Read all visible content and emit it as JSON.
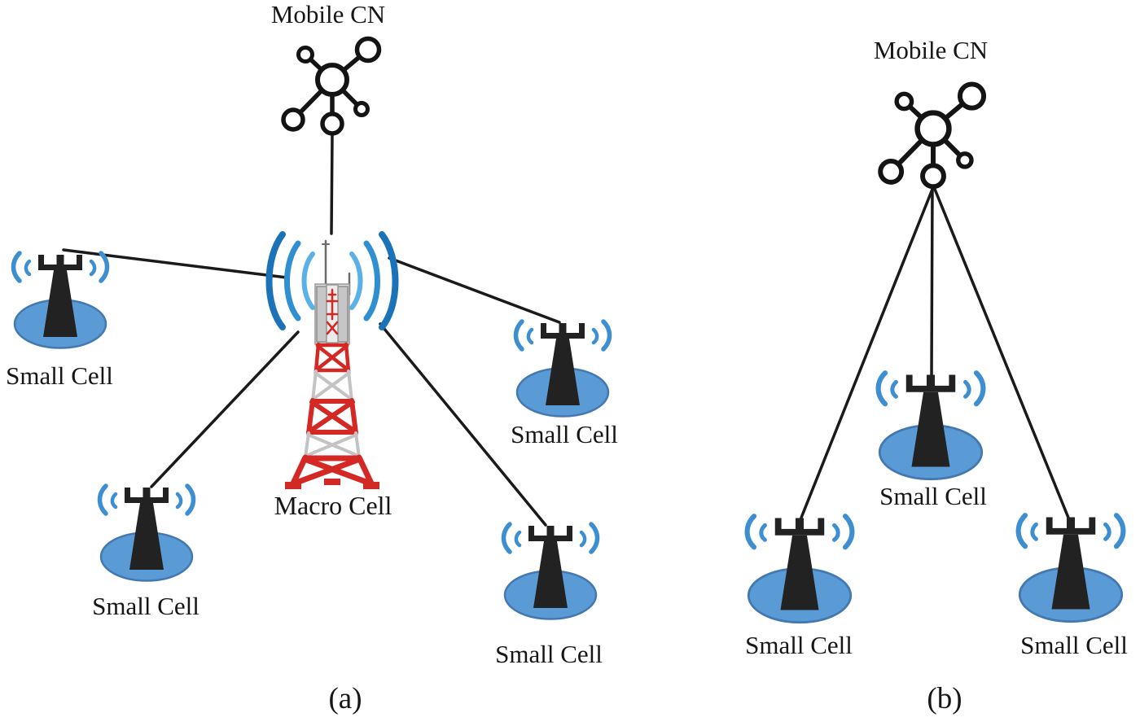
{
  "figure_type": "network-architecture-diagram",
  "panel_a": {
    "caption": "(a)",
    "mobile_cn": {
      "label": "Mobile CN",
      "icon": "network-hub-icon"
    },
    "macro_cell": {
      "label": "Macro Cell",
      "icon": "lattice-tower-icon",
      "waves_icon": "radio-waves-icon"
    },
    "small_cells": [
      {
        "label": "Small Cell",
        "icon": "antenna-tower-icon",
        "position": "top-left"
      },
      {
        "label": "Small Cell",
        "icon": "antenna-tower-icon",
        "position": "bottom-left"
      },
      {
        "label": "Small Cell",
        "icon": "antenna-tower-icon",
        "position": "right-middle"
      },
      {
        "label": "Small Cell",
        "icon": "antenna-tower-icon",
        "position": "bottom-right"
      }
    ],
    "topology": "Mobile CN connects to Macro Cell; Macro Cell connects to four Small Cells"
  },
  "panel_b": {
    "caption": "(b)",
    "mobile_cn": {
      "label": "Mobile CN",
      "icon": "network-hub-icon"
    },
    "small_cells": [
      {
        "label": "Small Cell",
        "icon": "antenna-tower-icon",
        "position": "left"
      },
      {
        "label": "Small Cell",
        "icon": "antenna-tower-icon",
        "position": "middle"
      },
      {
        "label": "Small Cell",
        "icon": "antenna-tower-icon",
        "position": "right"
      }
    ],
    "topology": "Mobile CN connects directly to three Small Cells"
  },
  "colors": {
    "link_line": "#1a1a1a",
    "hub_outline": "#141414",
    "tower_black": "#222222",
    "signal_blue": "#3d8fd2",
    "cell_fill": "#5b9bd5",
    "cell_stroke": "#4478b0",
    "macro_red": "#d42824",
    "macro_gray": "#c3c3c3",
    "wave_inner": "#5ab0e8",
    "wave_mid": "#2f8fd0",
    "wave_outer": "#1a72b8"
  }
}
